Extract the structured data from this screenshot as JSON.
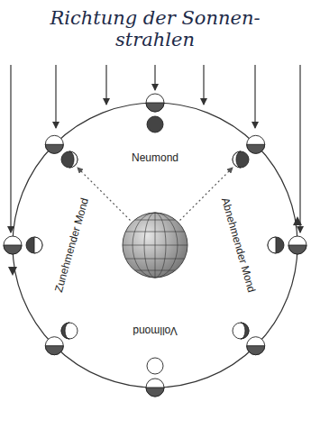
{
  "diagram": {
    "title": "Richtung der Sonnen- strahlen",
    "labels": [
      "Neumond",
      "Zunehmender Mond",
      "Abnehmender Mond",
      "Vollmond"
    ]
  }
}
